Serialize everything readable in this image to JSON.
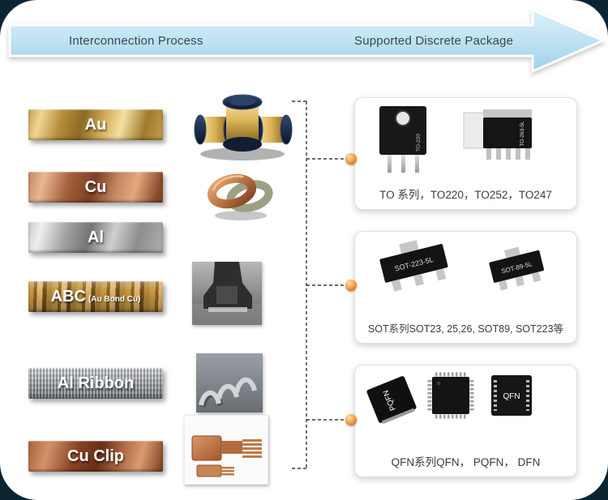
{
  "header": {
    "left": "Interconnection Process",
    "right": "Supported  Discrete Package"
  },
  "materials": [
    {
      "label": "Au"
    },
    {
      "label": "Cu"
    },
    {
      "label": "Al"
    },
    {
      "label": "ABC",
      "note": "(Au Bond Cu)"
    },
    {
      "label": "Al Ribbon"
    },
    {
      "label": "Cu Clip"
    }
  ],
  "cards": [
    {
      "caption": "TO 系列，TO220，TO252，TO247",
      "chips": [
        "TO-220",
        "TO-263-5L"
      ]
    },
    {
      "caption": "SOT系列SOT23, 25,26, SOT89, SOT223等",
      "chips": [
        "SOT-223-5L",
        "SOT-89-5L"
      ]
    },
    {
      "caption": "QFN系列QFN， PQFN， DFN",
      "chips": [
        "PQFN",
        "QFN"
      ]
    }
  ],
  "colors": {
    "banner_blue": "#aad6ec",
    "accent_orange": "#f7a24a",
    "frame_navy": "#0b2433"
  }
}
